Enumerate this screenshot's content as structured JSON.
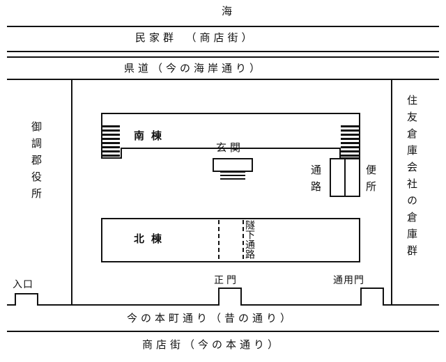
{
  "labels": {
    "sea": "海",
    "houses": "民家群　（商店街）",
    "prefectural_road": "県道（今の海岸通り）",
    "district_office": "御調郡役所",
    "warehouses": "住友倉庫会社の倉庫群",
    "south_wing": "南棟",
    "entrance_hall": "玄関",
    "passage": "通路",
    "toilet": "便所",
    "north_wing": "北棟",
    "underground_passage": "隧下通路",
    "entrance": "入口",
    "main_gate": "正門",
    "service_gate": "通用門",
    "honmachi_street": "今の本町通り（昔の通り）",
    "shopping_street": "商店街（今の本通り）"
  }
}
